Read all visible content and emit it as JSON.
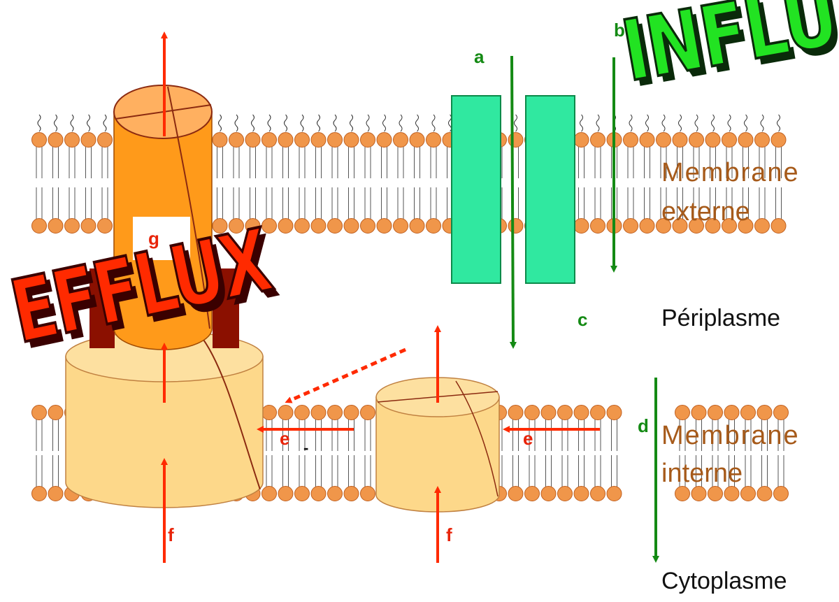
{
  "labels": {
    "a": "a",
    "b": "b",
    "c": "c",
    "d": "d",
    "e": "e",
    "f": "f",
    "g": "g",
    "dash": "-"
  },
  "words": {
    "influx": "INFLUX",
    "efflux": "EFFLUX"
  },
  "regions": {
    "outer_membrane_line1": "Membrane",
    "outer_membrane_line2": "externe",
    "periplasm": "Périplasme",
    "inner_membrane_line1": "Membrane",
    "inner_membrane_line2": "interne",
    "cytoplasm": "Cytoplasme"
  },
  "colors": {
    "lipid_head": "#f0964a",
    "porin": "#30e8a0",
    "efflux_channel": "#ff9a1a",
    "transporter": "#fdd88a",
    "flux_arrow_red": "#ff2a00",
    "influx_arrow_green": "#148a14",
    "anchor": "#8b1000"
  }
}
